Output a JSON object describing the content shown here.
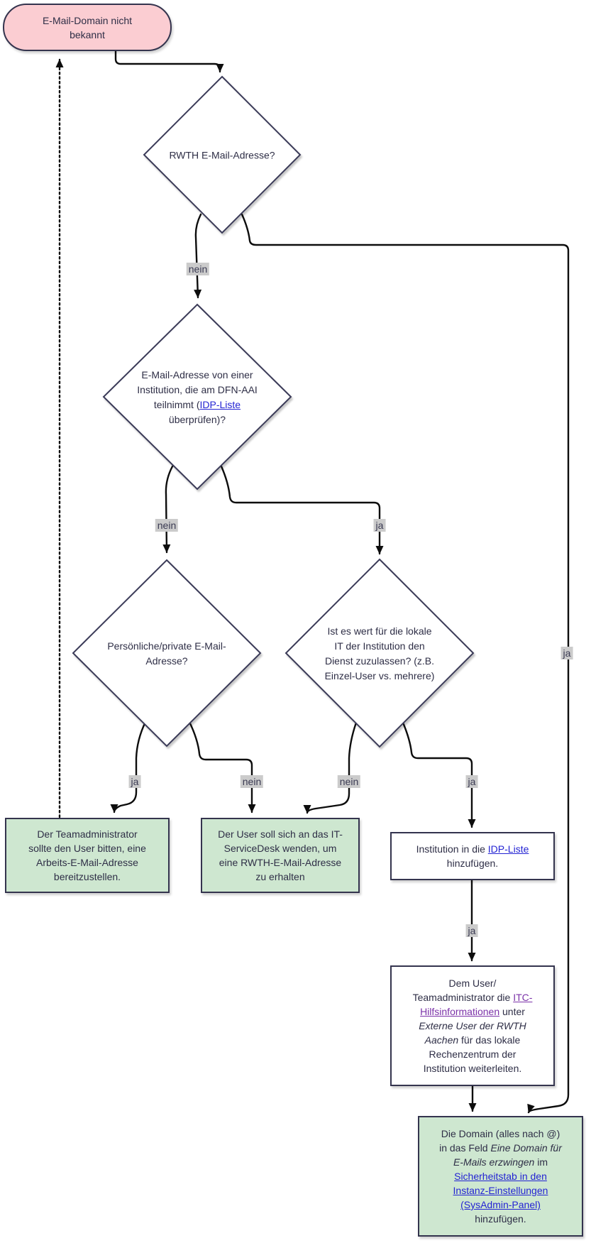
{
  "diagram": {
    "start": {
      "text": "E-Mail-Domain nicht\nbekannt"
    },
    "decisions": {
      "d1": {
        "text": "RWTH E-Mail-Adresse?"
      },
      "d2": {
        "rich": [
          {
            "t": "E-Mail-Adresse von einer\nInstitution, die am DFN-AAI\nteilnimmt (",
            "s": "p"
          },
          {
            "t": "IDP-Liste",
            "s": "l"
          },
          {
            "t": "\nüberprüfen)?",
            "s": "p"
          }
        ]
      },
      "d3": {
        "text": "Persönliche/private E-Mail-\nAdresse?"
      },
      "d4": {
        "text": "Ist es wert für die lokale\nIT der Institution den\nDienst zuzulassen? (z.B.\nEinzel-User vs. mehrere)"
      }
    },
    "terminals": {
      "team": {
        "text": "Der Teamadministrator\nsollte den User bitten, eine\nArbeits-E-Mail-Adresse\nbereitzustellen."
      },
      "servicedesk": {
        "text": "Der User soll sich an das IT-\nServiceDesk wenden, um\neine RWTH-E-Mail-Adresse\nzu erhalten"
      },
      "idp": {
        "rich": [
          {
            "t": "Institution in die ",
            "s": "p"
          },
          {
            "t": "IDP-Liste",
            "s": "l"
          },
          {
            "t": "\nhinzufügen.",
            "s": "p"
          }
        ]
      },
      "itc": {
        "rich": [
          {
            "t": "Dem User/\nTeamadministrator die ",
            "s": "p"
          },
          {
            "t": "ITC-\nHilfsinformationen",
            "s": "lv"
          },
          {
            "t": " unter\n",
            "s": "p"
          },
          {
            "t": "Externe User der RWTH\nAachen",
            "s": "i"
          },
          {
            "t": " für das lokale\nRechenzentrum der\nInstitution weiterleiten.",
            "s": "p"
          }
        ]
      },
      "domain": {
        "rich": [
          {
            "t": "Die Domain (alles nach @)\nin das Feld ",
            "s": "p"
          },
          {
            "t": "Eine Domain für\nE-Mails erzwingen",
            "s": "i"
          },
          {
            "t": " im\n",
            "s": "p"
          },
          {
            "t": "Sicherheitstab in den\nInstanz-Einstellungen\n(SysAdmin-Panel)",
            "s": "l"
          },
          {
            "t": "\nhinzufügen.",
            "s": "p"
          }
        ]
      }
    },
    "edge_labels": {
      "d1_no": "nein",
      "d1_yes": "ja",
      "d2_no": "nein",
      "d2_yes": "ja",
      "d3_yes": "ja",
      "d3_no": "nein",
      "d4_no": "nein",
      "d4_yes": "ja",
      "idp_yes": "ja"
    },
    "colors": {
      "start_fill": "#fbcdd2",
      "result_fill": "#cee7d0",
      "shape_border": "#34344e",
      "link_blue": "#2323d3",
      "link_visited_purple": "#7b32a8",
      "edge_label_bg": "#cbcbcb",
      "edge_stroke": "#0d0d0d"
    }
  }
}
